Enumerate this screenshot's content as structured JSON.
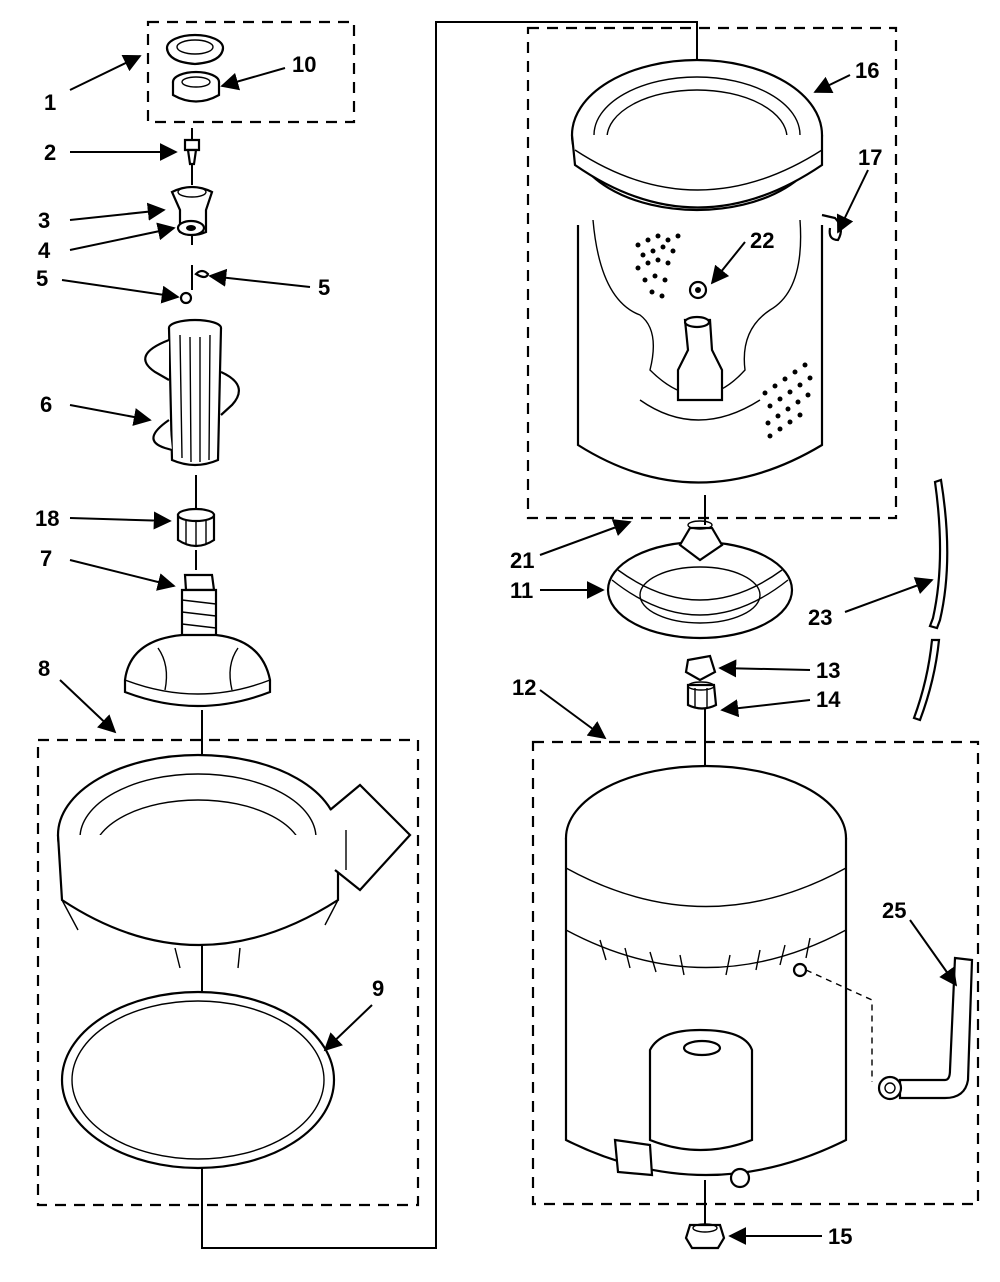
{
  "callouts": [
    {
      "id": "1",
      "label": "1"
    },
    {
      "id": "10",
      "label": "10"
    },
    {
      "id": "2",
      "label": "2"
    },
    {
      "id": "3",
      "label": "3"
    },
    {
      "id": "4",
      "label": "4"
    },
    {
      "id": "5a",
      "label": "5"
    },
    {
      "id": "5b",
      "label": "5"
    },
    {
      "id": "6",
      "label": "6"
    },
    {
      "id": "18",
      "label": "18"
    },
    {
      "id": "7",
      "label": "7"
    },
    {
      "id": "8",
      "label": "8"
    },
    {
      "id": "9",
      "label": "9"
    },
    {
      "id": "16",
      "label": "16"
    },
    {
      "id": "17",
      "label": "17"
    },
    {
      "id": "22",
      "label": "22"
    },
    {
      "id": "21",
      "label": "21"
    },
    {
      "id": "11",
      "label": "11"
    },
    {
      "id": "23",
      "label": "23"
    },
    {
      "id": "13",
      "label": "13"
    },
    {
      "id": "14",
      "label": "14"
    },
    {
      "id": "12",
      "label": "12"
    },
    {
      "id": "25",
      "label": "25"
    },
    {
      "id": "15",
      "label": "15"
    }
  ]
}
